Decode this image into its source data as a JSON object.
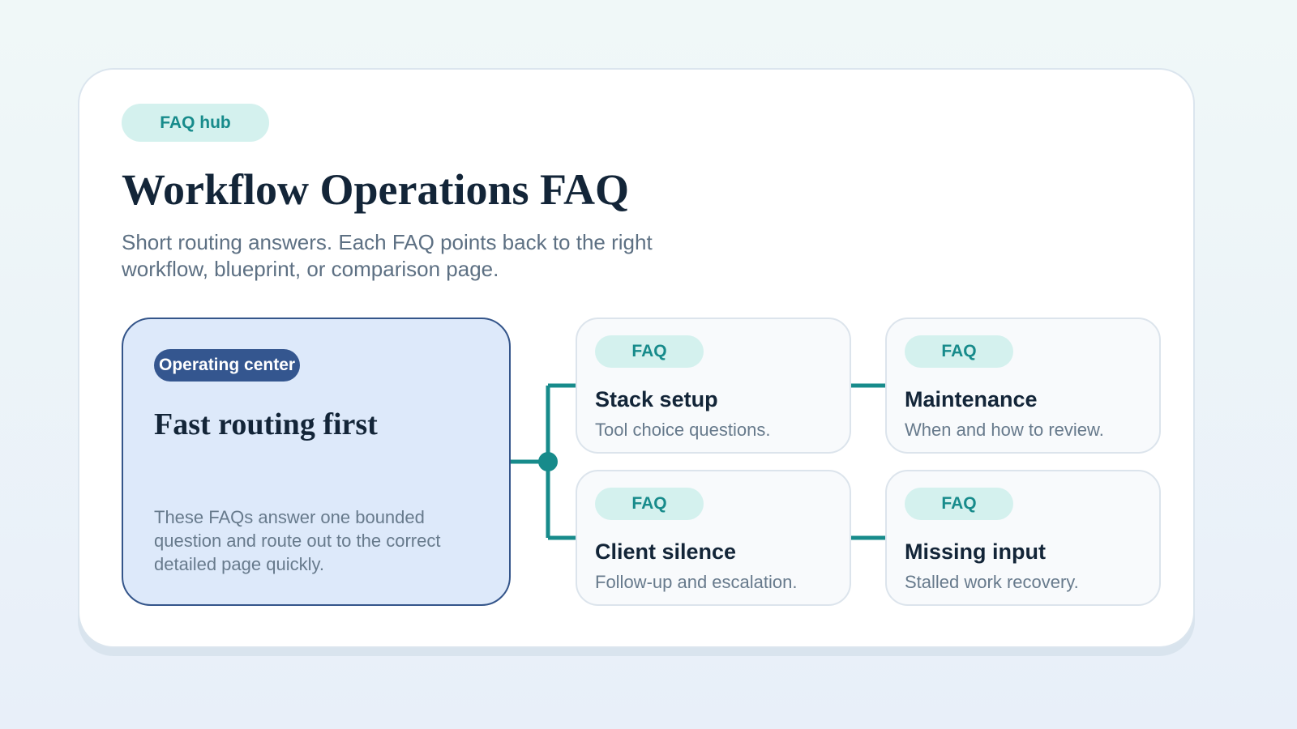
{
  "hub_label": "FAQ hub",
  "title": "Workflow Operations FAQ",
  "subtitle": "Short routing answers. Each FAQ points back to the right workflow, blueprint, or comparison page.",
  "center": {
    "badge": "Operating center",
    "title": "Fast routing first",
    "body": "These FAQs answer one bounded question and route out to the correct detailed page quickly."
  },
  "faqs": [
    {
      "badge": "FAQ",
      "title": "Stack setup",
      "desc": "Tool choice questions."
    },
    {
      "badge": "FAQ",
      "title": "Maintenance",
      "desc": "When and how to review."
    },
    {
      "badge": "FAQ",
      "title": "Client silence",
      "desc": "Follow-up and escalation."
    },
    {
      "badge": "FAQ",
      "title": "Missing input",
      "desc": "Stalled work recovery."
    }
  ],
  "colors": {
    "accent": "#178b8b",
    "center_fill": "#dde9fa",
    "center_border": "#34558a",
    "heading": "#132538"
  }
}
